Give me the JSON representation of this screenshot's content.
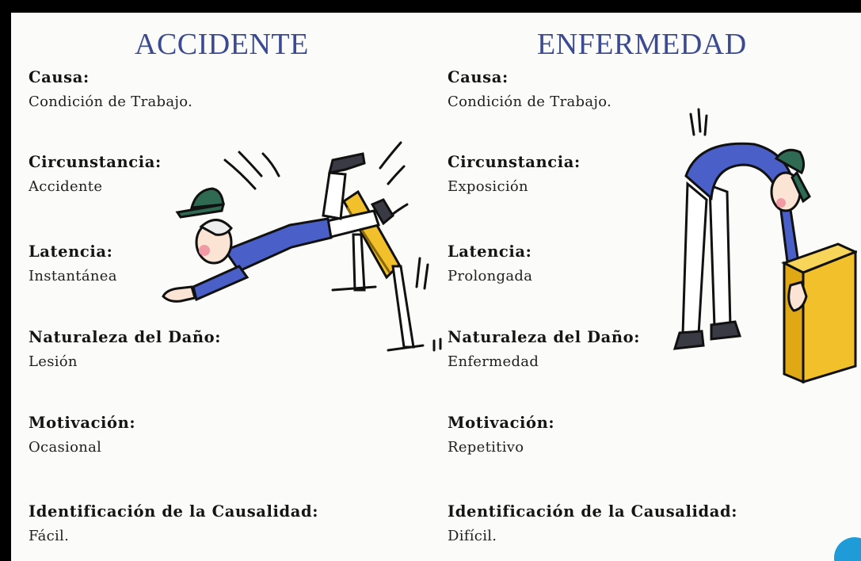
{
  "accident": {
    "title": "ACCIDENTE",
    "rows": [
      {
        "label": "Causa:",
        "value": "Condición de Trabajo."
      },
      {
        "label": "Circunstancia:",
        "value": "Accidente"
      },
      {
        "label": "Latencia:",
        "value": "Instantánea"
      },
      {
        "label": "Naturaleza del Daño:",
        "value": "Lesión"
      },
      {
        "label": "Motivación:",
        "value": "Ocasional"
      },
      {
        "label": "Identificación de la Causalidad:",
        "value": "Fácil."
      }
    ]
  },
  "illness": {
    "title": "ENFERMEDAD",
    "rows": [
      {
        "label": "Causa:",
        "value": "Condición de Trabajo."
      },
      {
        "label": "Circunstancia:",
        "value": "Exposición"
      },
      {
        "label": "Latencia:",
        "value": "Prolongada"
      },
      {
        "label": "Naturaleza del Daño:",
        "value": "Enfermedad"
      },
      {
        "label": "Motivación:",
        "value": "Repetitivo"
      },
      {
        "label": "Identificación de la Causalidad:",
        "value": "Difícil."
      }
    ]
  },
  "colors": {
    "heading": "#3b4a92",
    "shirt": "#4a5fc8",
    "cap": "#2f6a52",
    "box": "#f2c02a",
    "accent_dot": "#1f9bd7"
  },
  "icons": [
    "tripping-worker-illustration",
    "lifting-worker-illustration"
  ]
}
